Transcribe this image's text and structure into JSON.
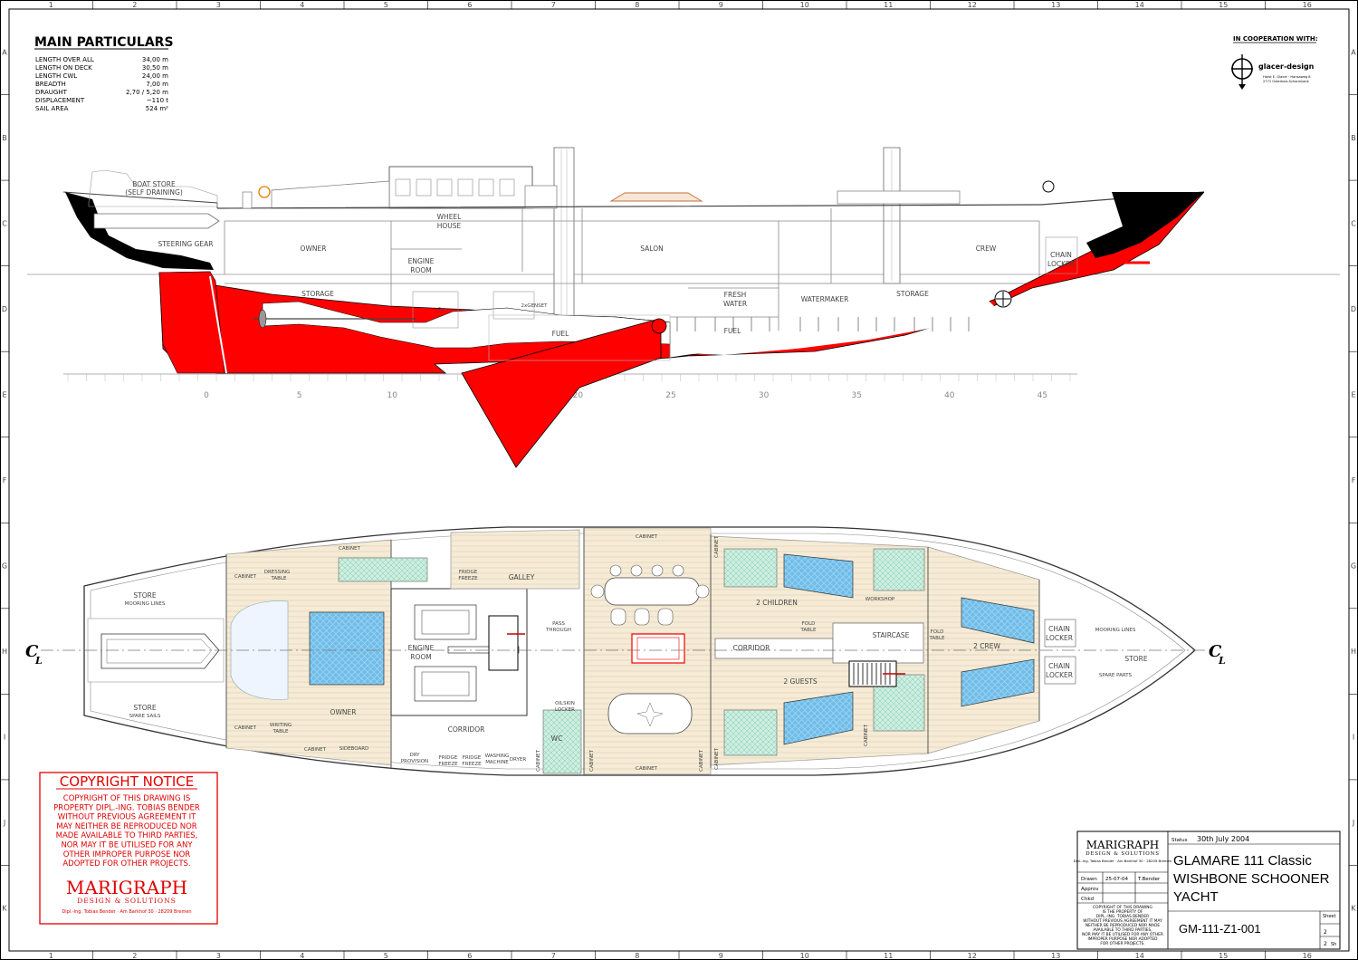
{
  "main_particulars": {
    "title": "MAIN PARTICULARS",
    "rows": [
      {
        "label": "LENGTH OVER ALL",
        "value": "34,00 m"
      },
      {
        "label": "LENGTH ON DECK",
        "value": "30,50 m"
      },
      {
        "label": "LENGTH CWL",
        "value": "24,00 m"
      },
      {
        "label": "BREADTH",
        "value": "7,00 m"
      },
      {
        "label": "DRAUGHT",
        "value": "2,70 / 5,20 m"
      },
      {
        "label": "DISPLACEMENT",
        "value": "~110 t"
      },
      {
        "label": "SAIL AREA",
        "value": "524 m²"
      }
    ]
  },
  "cooperation": {
    "heading": "IN COOPERATION WITH:",
    "company": "glacer-design",
    "address_1": "Horst E. Glacer · Hansaweg 8",
    "address_2": "2771 Osterholz-Scharmbeck"
  },
  "grid": {
    "columns": [
      "1",
      "2",
      "3",
      "4",
      "5",
      "6",
      "7",
      "8",
      "9",
      "10",
      "11",
      "12",
      "13",
      "14",
      "15",
      "16"
    ],
    "rows": [
      "A",
      "B",
      "C",
      "D",
      "E",
      "F",
      "G",
      "H",
      "I",
      "J",
      "K"
    ]
  },
  "profile": {
    "labels": {
      "boat_store": "BOAT STORE",
      "self_draining": "(SELF DRAINING)",
      "steering_gear": "STEERING GEAR",
      "owner": "OWNER",
      "storage_aft": "STORAGE",
      "engine_room_1": "ENGINE",
      "engine_room_2": "ROOM",
      "twox": "2x",
      "genset": "2xGENSET",
      "wheel_house_1": "WHEEL",
      "wheel_house_2": "HOUSE",
      "fuel_1": "FUEL",
      "salon": "SALON",
      "fresh_water_1": "FRESH",
      "fresh_water_2": "WATER",
      "fuel_2": "FUEL",
      "watermaker": "WATERMAKER",
      "storage_fwd": "STORAGE",
      "crew": "CREW",
      "chain_locker_1": "CHAIN",
      "chain_locker_2": "LOCKER"
    },
    "scale": [
      "0",
      "5",
      "10",
      "15",
      "20",
      "25",
      "30",
      "35",
      "40",
      "45"
    ]
  },
  "plan": {
    "labels": {
      "store_mooring": "STORE",
      "mooring_lines": "MOORING LINES",
      "store_spare": "STORE",
      "spare_sails": "SPARE SAILS",
      "cabinet_1": "CABINET",
      "cabinet_2": "CABINET",
      "dressing_1": "DRESSING",
      "dressing_2": "TABLE",
      "cabinet_3": "CABINET",
      "writing_1": "WRITING",
      "writing_2": "TABLE",
      "cabinet_4": "CABINET",
      "sideboard": "SIDEBOARD",
      "owner": "OWNER",
      "engine_1": "ENGINE",
      "engine_2": "ROOM",
      "corridor_aft": "CORRIDOR",
      "dry_1": "DRY",
      "dry_2": "PROVISION",
      "fridge_a1": "FRIDGE",
      "fridge_a2": "FREEZE",
      "fridge_b1": "FRIDGE",
      "fridge_b2": "FREEZE",
      "washing_1": "WASHING",
      "washing_2": "MACHINE",
      "dryer": "DRYER",
      "fridge_c1": "FRIDGE",
      "fridge_c2": "FREEZE",
      "galley": "GALLEY",
      "pass_1": "PASS",
      "pass_2": "THROUGH",
      "oilskin_1": "OILSKIN",
      "oilskin_2": "LOCKER",
      "wc": "WC",
      "cabinet_5": "CABINET",
      "cabinet_6": "CABINET",
      "cabinet_7": "CABINET",
      "cabinet_8": "CABINET",
      "cabinet_9": "CABINET",
      "cabinet_10": "CABINET",
      "cabinet_11": "CABINET",
      "cabinet_12": "CABINET",
      "children": "2 CHILDREN",
      "fold_a1": "FOLD",
      "fold_a2": "TABLE",
      "corridor_fwd": "CORRIDOR",
      "guests": "2 GUESTS",
      "workshop": "WORKSHOP",
      "staircase": "STAIRCASE",
      "fold_b1": "FOLD",
      "fold_b2": "TABLE",
      "crew": "2 CREW",
      "chain_a1": "CHAIN",
      "chain_a2": "LOCKER",
      "chain_b1": "CHAIN",
      "chain_b2": "LOCKER",
      "mooring_fwd": "MOORING LINES",
      "store_fwd": "STORE",
      "spare_parts": "SPARE PARTS",
      "cl": "C",
      "cl_sub": "L"
    }
  },
  "copyright": {
    "title": "COPYRIGHT NOTICE",
    "lines": [
      "COPYRIGHT OF THIS DRAWING IS",
      "PROPERTY DIPL.-ING. TOBIAS BENDER",
      "WITHOUT PREVIOUS AGREEMENT IT",
      "MAY NEITHER BE REPRODUCED NOR",
      "MADE AVAILABLE TO THIRD PARTIES,",
      "NOR MAY IT BE UTILISED FOR ANY",
      "OTHER IMPROPER PURPOSE NOR",
      "ADOPTED FOR OTHER PROJECTS."
    ],
    "brand": "MARIGRAPH",
    "brand_sub": "DESIGN & SOLUTIONS",
    "address": "Dipl.-Ing. Tobias Bender · Am Barkhof 30 · 28209 Bremen"
  },
  "title_block": {
    "brand": "MARIGRAPH",
    "brand_sub": "DESIGN & SOLUTIONS",
    "brand_addr": "Dipl.-Ing. Tobias Bender · Am Barkhof 30 · 28209 Bremen",
    "status_label": "Status",
    "status_value": "30th July 2004",
    "title_1": "GLAMARE 111 Classic",
    "title_2": "WISHBONE SCHOONER",
    "title_3": "YACHT",
    "drawn_label": "Drawn",
    "drawn_date": "25-07-04",
    "drawn_by": "T.Bender",
    "approv_label": "Approv",
    "chkd_label": "Chkd",
    "notice_lines": [
      "COPYRIGHT OF THIS DRAWING",
      "IS THE PROPERTY OF",
      "DIPL.-ING. TOBIAS BENDER",
      "WITHOUT PREVIOUS AGREEMENT IT MAY",
      "NEITHER BE REPRODUCED NOR MADE",
      "AVAILABLE TO THIRD PARTIES,",
      "NOR MAY IT BE UTILISED FOR ANY OTHER",
      "IMPROPER PURPOSE NOR ADOPTED",
      "FOR OTHER PROJECTS."
    ],
    "drawing_no": "GM-111-Z1-001",
    "sheet_label": "Sheet",
    "sheet_no": "2",
    "sheet_of": "2",
    "sheet_of_label": "Sh"
  },
  "colors": {
    "antifouling": "#ff0000",
    "hull_black": "#000000",
    "mattress": "#6ab7e6",
    "wet_floor": "#c8eadc",
    "deck_wood": "#f4e9d4",
    "copyright_red": "#e00000"
  }
}
